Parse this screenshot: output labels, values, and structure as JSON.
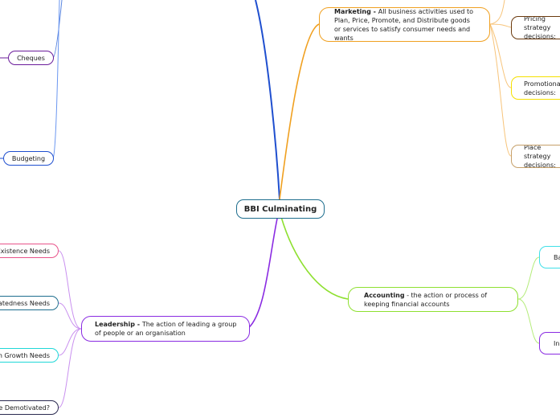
{
  "root": {
    "label": "BBI Culminating",
    "color": "#1e6e8e"
  },
  "branches": {
    "finance_top": {
      "color": "#1f4fcf"
    },
    "marketing": {
      "title": "Marketing - ",
      "description": "All business activities used to Plan, Price, Promote, and Distribute goods or services to satisfy consumer needs and wants",
      "color": "#f0a020"
    },
    "accounting": {
      "title": "Accounting",
      "description": " - the action or process of keeping financial accounts",
      "color": "#8ee030"
    },
    "leadership": {
      "title": "Leadership - ",
      "description": "The action of leading a group of people or an organisation",
      "color": "#8a2be2"
    }
  },
  "left_nodes": {
    "cheques": {
      "label": "Cheques",
      "color": "#6a1b9a"
    },
    "budgeting": {
      "label": "Budgeting",
      "color": "#1f4fcf"
    }
  },
  "marketing_children": [
    {
      "label": "Pricing strategy decisions:",
      "color": "#6b3a0e"
    },
    {
      "label": "Promotional decisions:",
      "color": "#f5e000"
    },
    {
      "label": "Place strategy decisions:",
      "color": "#c6a06a"
    }
  ],
  "accounting_children": [
    {
      "label": "Ba",
      "color": "#40e0e8"
    },
    {
      "label": "In",
      "color": "#8a2be2"
    }
  ],
  "leadership_children": [
    {
      "label": "Existence Needs",
      "color": "#e8548a"
    },
    {
      "label": "latedness Needs",
      "color": "#1e6e8e"
    },
    {
      "label": "h Growth Needs",
      "color": "#20d8d8"
    },
    {
      "label": "he Demotivated?",
      "color": "#2a2a50"
    }
  ]
}
